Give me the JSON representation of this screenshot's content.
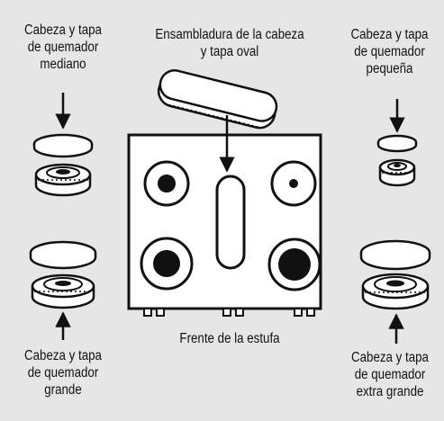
{
  "labels": {
    "medium_burner": [
      "Cabeza y tapa",
      "de quemador",
      "mediano"
    ],
    "oval_assembly": [
      "Ensambladura de la cabeza",
      "y tapa oval"
    ],
    "small_burner": [
      "Cabeza y tapa",
      "de quemador",
      "pequeña"
    ],
    "large_burner": [
      "Cabeza y tapa",
      "de quemador",
      "grande"
    ],
    "stove_front": "Frente de la estufa",
    "xlarge_burner": [
      "Cabeza y tapa",
      "de quemador",
      "extra grande"
    ]
  },
  "colors": {
    "background": "#e6e6e6",
    "line": "#111111",
    "part_fill": "#ffffff",
    "burner_dot": "#111111"
  }
}
